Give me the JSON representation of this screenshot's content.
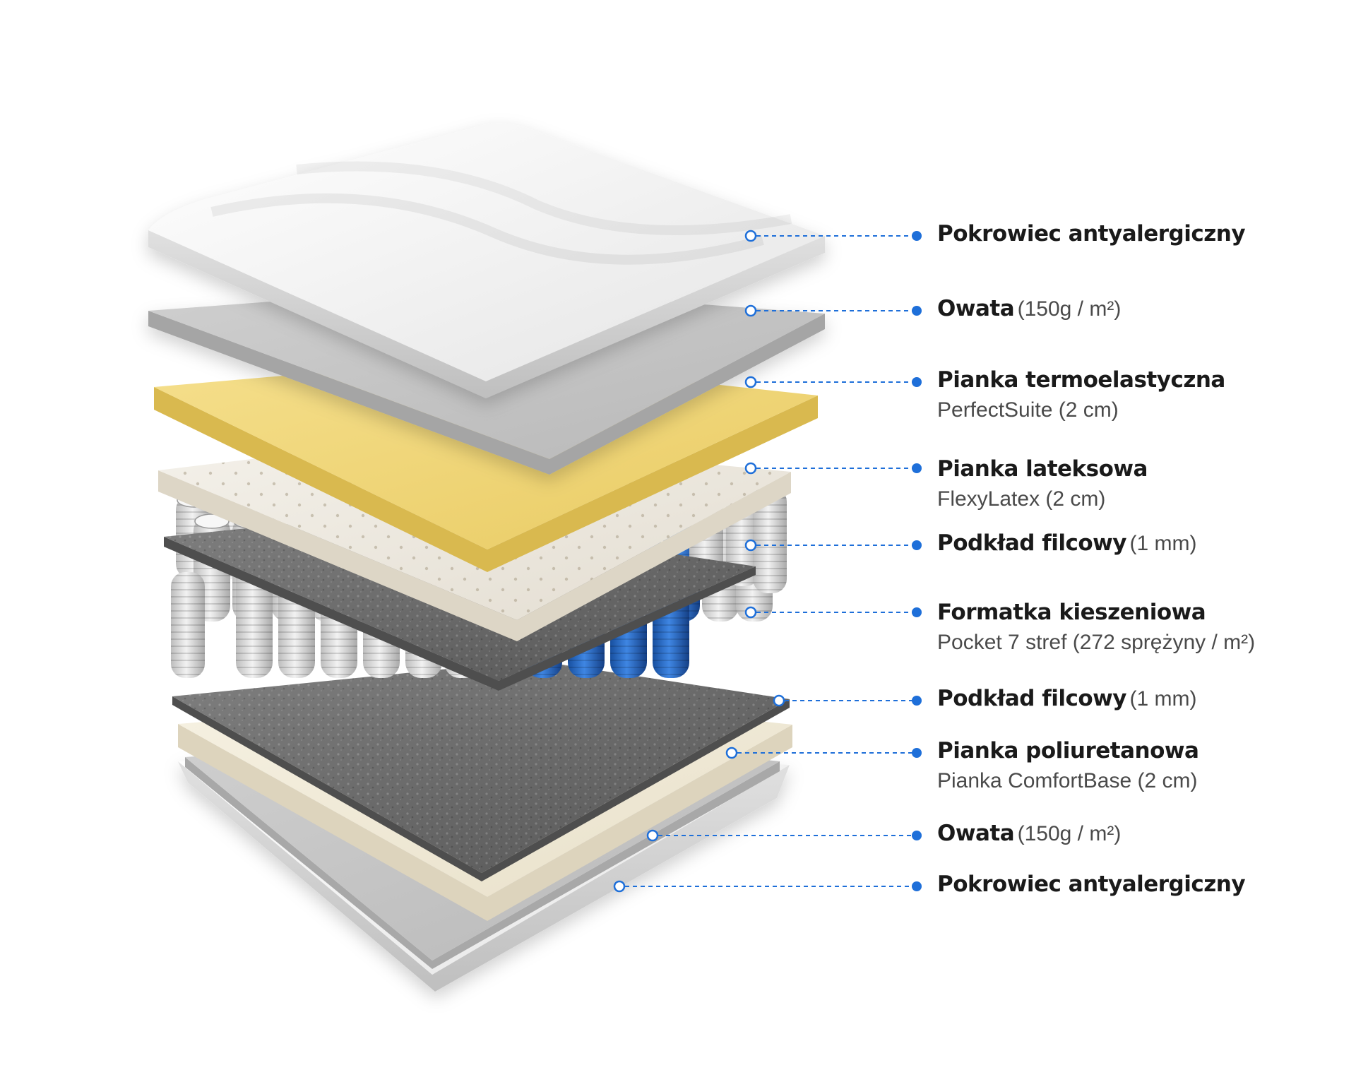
{
  "colors": {
    "accent": "#1e6fd9",
    "spring_blue": "#1f62c4",
    "foam_yellow": "#f0d67a",
    "felt_gray": "#6d6d6d",
    "wadding_gray": "#c9c9c9"
  },
  "layers": [
    {
      "title": "Pokrowiec antyalergiczny",
      "detail": "",
      "sub": ""
    },
    {
      "title": "Owata",
      "detail": "(150g / m²)",
      "sub": ""
    },
    {
      "title": "Pianka termoelastyczna",
      "detail": "",
      "sub": "PerfectSuite (2 cm)"
    },
    {
      "title": "Pianka lateksowa",
      "detail": "",
      "sub": "FlexyLatex (2 cm)"
    },
    {
      "title": "Podkład filcowy",
      "detail": "(1 mm)",
      "sub": ""
    },
    {
      "title": "Formatka kieszeniowa",
      "detail": "",
      "sub": "Pocket 7 stref (272 sprężyny / m²)"
    },
    {
      "title": "Podkład filcowy",
      "detail": "(1 mm)",
      "sub": ""
    },
    {
      "title": "Pianka poliuretanowa",
      "detail": "",
      "sub": "Pianka ComfortBase (2 cm)"
    },
    {
      "title": "Owata",
      "detail": "(150g / m²)",
      "sub": ""
    },
    {
      "title": "Pokrowiec antyalergiczny",
      "detail": "",
      "sub": ""
    }
  ]
}
